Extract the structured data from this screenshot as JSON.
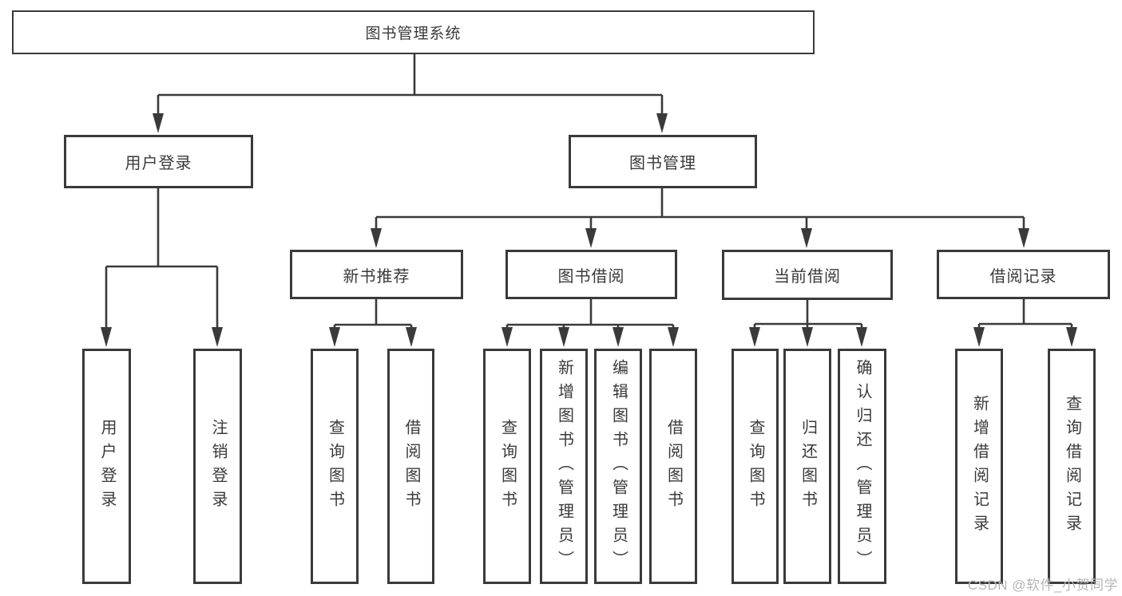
{
  "diagram": {
    "type": "hierarchy-tree",
    "root": {
      "label": "图书管理系统"
    },
    "branches": [
      {
        "label": "用户登录",
        "leaves": [
          {
            "label": "用户登录"
          },
          {
            "label": "注销登录"
          }
        ]
      },
      {
        "label": "图书管理",
        "groups": [
          {
            "label": "新书推荐",
            "leaves": [
              {
                "label": "查询图书"
              },
              {
                "label": "借阅图书"
              }
            ]
          },
          {
            "label": "图书借阅",
            "leaves": [
              {
                "label": "查询图书"
              },
              {
                "label": "新增图书（管理员）"
              },
              {
                "label": "编辑图书（管理员）"
              },
              {
                "label": "借阅图书"
              }
            ]
          },
          {
            "label": "当前借阅",
            "leaves": [
              {
                "label": "查询图书"
              },
              {
                "label": "归还图书"
              },
              {
                "label": "确认归还（管理员）"
              }
            ]
          },
          {
            "label": "借阅记录",
            "leaves": [
              {
                "label": "新增借阅记录"
              },
              {
                "label": "查询借阅记录"
              }
            ]
          }
        ]
      }
    ]
  },
  "watermark": {
    "text": "CSDN @软件_小贺同学"
  },
  "colors": {
    "line": "#3a3a3a",
    "text": "#3a3a3a",
    "background": "#ffffff",
    "watermark": "#b5b5b5"
  }
}
